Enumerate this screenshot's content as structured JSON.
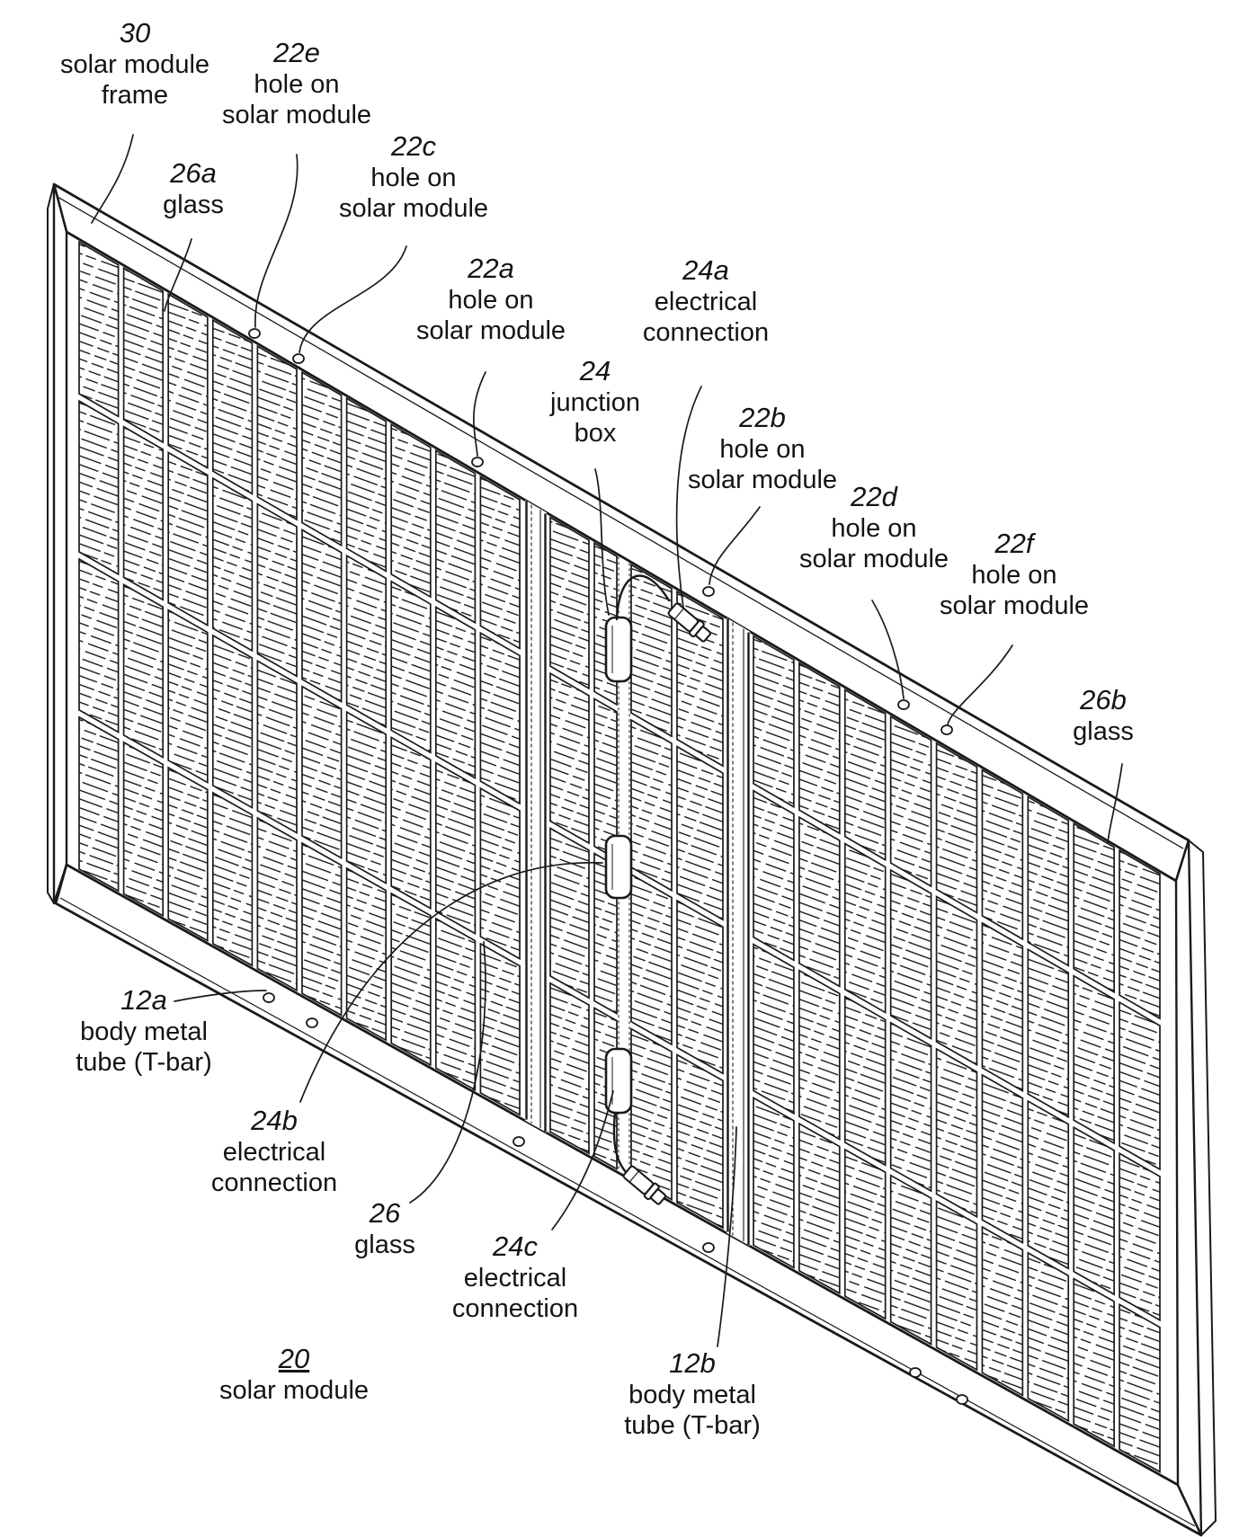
{
  "figure": {
    "type": "patent-technical-drawing",
    "subject": "solar module isometric view",
    "colors": {
      "ink": "#1a1a1a",
      "background": "#ffffff"
    },
    "labels": [
      {
        "id": "30",
        "ref": "30",
        "caption": [
          "solar module",
          "frame"
        ]
      },
      {
        "id": "22e",
        "ref": "22e",
        "caption": [
          "hole on",
          "solar module"
        ]
      },
      {
        "id": "26a",
        "ref": "26a",
        "caption": [
          "glass"
        ]
      },
      {
        "id": "22c",
        "ref": "22c",
        "caption": [
          "hole on",
          "solar module"
        ]
      },
      {
        "id": "22a",
        "ref": "22a",
        "caption": [
          "hole on",
          "solar module"
        ]
      },
      {
        "id": "24a",
        "ref": "24a",
        "caption": [
          "electrical",
          "connection"
        ]
      },
      {
        "id": "24",
        "ref": "24",
        "caption": [
          "junction",
          "box"
        ]
      },
      {
        "id": "22b",
        "ref": "22b",
        "caption": [
          "hole on",
          "solar module"
        ]
      },
      {
        "id": "22d",
        "ref": "22d",
        "caption": [
          "hole on",
          "solar module"
        ]
      },
      {
        "id": "22f",
        "ref": "22f",
        "caption": [
          "hole on",
          "solar module"
        ]
      },
      {
        "id": "26b",
        "ref": "26b",
        "caption": [
          "glass"
        ]
      },
      {
        "id": "12a",
        "ref": "12a",
        "caption": [
          "body metal",
          "tube (T-bar)"
        ]
      },
      {
        "id": "24b",
        "ref": "24b",
        "caption": [
          "electrical",
          "connection"
        ]
      },
      {
        "id": "26",
        "ref": "26",
        "caption": [
          "glass"
        ]
      },
      {
        "id": "24c",
        "ref": "24c",
        "caption": [
          "electrical",
          "connection"
        ]
      },
      {
        "id": "20",
        "ref": "20",
        "caption": [
          "solar module"
        ],
        "underline": true
      },
      {
        "id": "12b",
        "ref": "12b",
        "caption": [
          "body metal",
          "tube (T-bar)"
        ]
      }
    ]
  }
}
